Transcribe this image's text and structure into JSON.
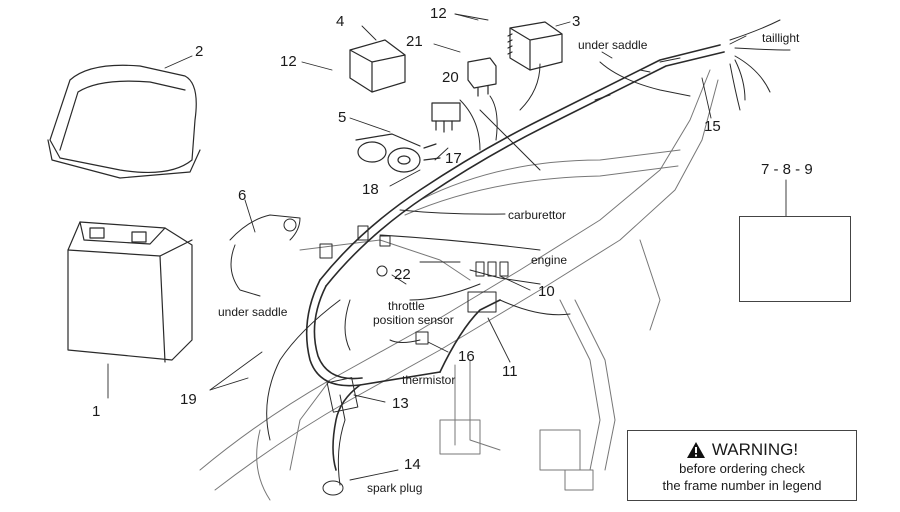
{
  "labels": {
    "n1": "1",
    "n2": "2",
    "n3": "3",
    "n4": "4",
    "n5": "5",
    "n6": "6",
    "n789": "7 - 8 - 9",
    "n10": "10",
    "n11": "11",
    "n12a": "12",
    "n12b": "12",
    "n13": "13",
    "n14": "14",
    "n15": "15",
    "n16": "16",
    "n17": "17",
    "n18": "18",
    "n19": "19",
    "n20": "20",
    "n21": "21",
    "n22": "22",
    "under_saddle_top": "under saddle",
    "taillight": "taillight",
    "carburettor": "carburettor",
    "engine": "engine",
    "under_saddle_left": "under saddle",
    "throttle_line1": "throttle",
    "throttle_line2": "position sensor",
    "thermistor": "thermistor",
    "spark_plug": "spark plug"
  },
  "warning": {
    "title": "WARNING!",
    "line1": "before ordering check",
    "line2": "the frame number in legend"
  },
  "colors": {
    "line": "#2a2a2a",
    "background": "#ffffff"
  }
}
